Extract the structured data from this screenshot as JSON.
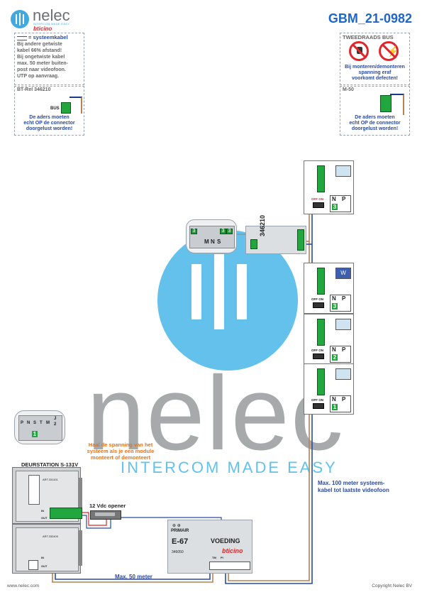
{
  "header": {
    "brand": "nelec",
    "brand_tagline": "INTERCOM MADE EASY",
    "brand_sub": "bticino",
    "doc_id": "GBM_21-0982"
  },
  "legend_left": {
    "title": "= systeemkabel",
    "lines": [
      "Bij andere getwiste",
      "kabel 66% afstand!",
      "Bij ongetwiste kabel",
      "max. 50 meter buiten-",
      "post naar videofoon.",
      "UTP op aanvraag."
    ]
  },
  "legend_bt": {
    "title": "BT-Rel 346210",
    "bus_label": "BUS",
    "note": [
      "De aders moeten",
      "echt OP de connector",
      "doorgelust worden!"
    ]
  },
  "legend_right": {
    "title": "TWEEDRAADS BUS",
    "note": [
      "Bij monteren/demonteren",
      "spanning eraf",
      "voorkomt defecten!"
    ]
  },
  "legend_m50": {
    "title": "M-50",
    "note": [
      "De aders moeten",
      "echt OP de connector",
      "doorgelust worden!"
    ]
  },
  "relay": {
    "model": "346210",
    "terminals": [
      "3",
      "3",
      "3"
    ],
    "letters": [
      "M",
      "N",
      "S"
    ]
  },
  "monitors": [
    {
      "number": "3",
      "off_on": "OFF ON",
      "np": [
        "N",
        "P"
      ]
    },
    {
      "number": "3",
      "off_on": "OFF ON",
      "np": [
        "N",
        "P"
      ]
    },
    {
      "number": "2",
      "off_on": "OFF ON",
      "np": [
        "N",
        "P"
      ]
    },
    {
      "number": "1",
      "off_on": "OFF ON",
      "np": [
        "N",
        "P"
      ]
    }
  ],
  "door_station": {
    "title": "DEURSTATION S-131V",
    "connector_labels": [
      "P",
      "N",
      "S",
      "T",
      "M",
      "J",
      "2"
    ],
    "connector_value": "1",
    "module1": "ART.331101",
    "module2": "ART.332400",
    "in_label": "IN",
    "out_label": "OUT"
  },
  "warning": [
    "Haal de spanning van het",
    "systeem als je een module",
    "monteert of demonteert"
  ],
  "opener_label": "12 Vdc opener",
  "cable_note": [
    "Max. 100 meter systeem-",
    "kabel tot laatste videofoon"
  ],
  "max50_label": "Max. 50 meter",
  "psu": {
    "primair": "PRIMAIR",
    "model": "E-67",
    "name": "VOEDING",
    "code": "346050",
    "brand": "bticino",
    "out_labels": [
      "TM",
      "PI"
    ]
  },
  "watermark": {
    "word": "nelec",
    "tagline": "INTERCOM MADE EASY"
  },
  "footer": {
    "left": "www.nelec.com",
    "right": "Copyright Nelec BV"
  },
  "colors": {
    "accent_blue": "#2a4aa5",
    "title_blue": "#1e66c8",
    "warning_orange": "#e8731a",
    "terminal_green": "#1f9a38",
    "watermark_blue": "#63c1ec",
    "watermark_grey": "#9ea1a3"
  }
}
